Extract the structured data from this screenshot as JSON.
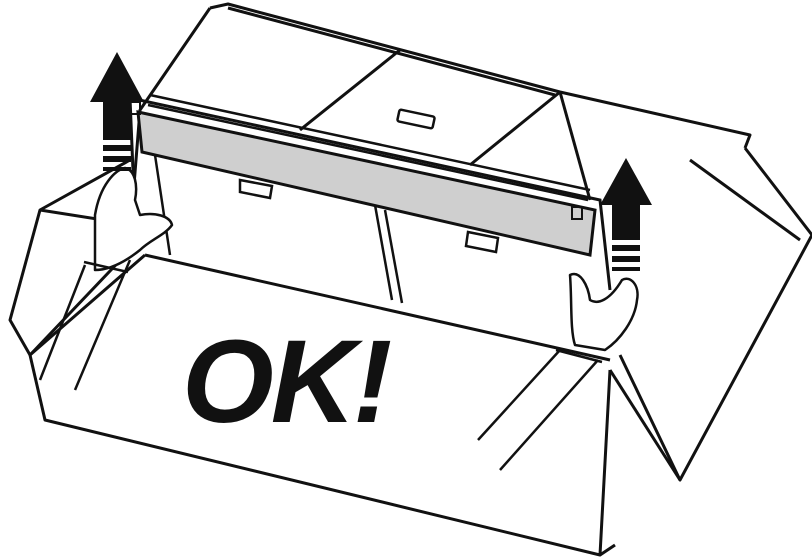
{
  "instruction_text": "OK!",
  "colors": {
    "ink": "#111111",
    "panel_fill": "#cfcfcf",
    "paper": "#ffffff",
    "arrow": "#111111"
  },
  "icons": [
    "box-outline",
    "hood-unit",
    "filter-panel",
    "hand",
    "up-arrow"
  ]
}
